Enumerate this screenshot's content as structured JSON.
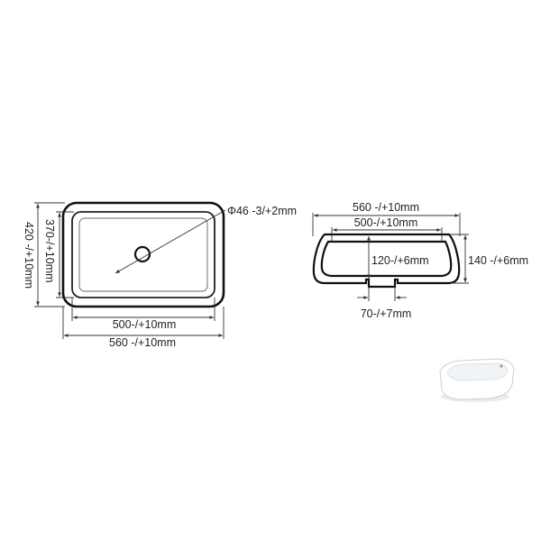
{
  "top_view": {
    "drain_dim": "Φ46 -3/+2mm",
    "width_outer": "560 -/+10mm",
    "width_inner": "500-/+10mm",
    "height_outer": "420 -/+10mm",
    "height_inner": "370-/+10mm"
  },
  "side_view": {
    "width_outer": "560 -/+10mm",
    "width_inner": "500-/+10mm",
    "depth_inner": "120-/+6mm",
    "height_outer": "140 -/+6mm",
    "drain_width": "70-/+7mm"
  },
  "colors": {
    "line": "#333333",
    "outline": "#111111",
    "basin_fill": "#ffffff",
    "basin_shadow": "#c8cfd6"
  }
}
